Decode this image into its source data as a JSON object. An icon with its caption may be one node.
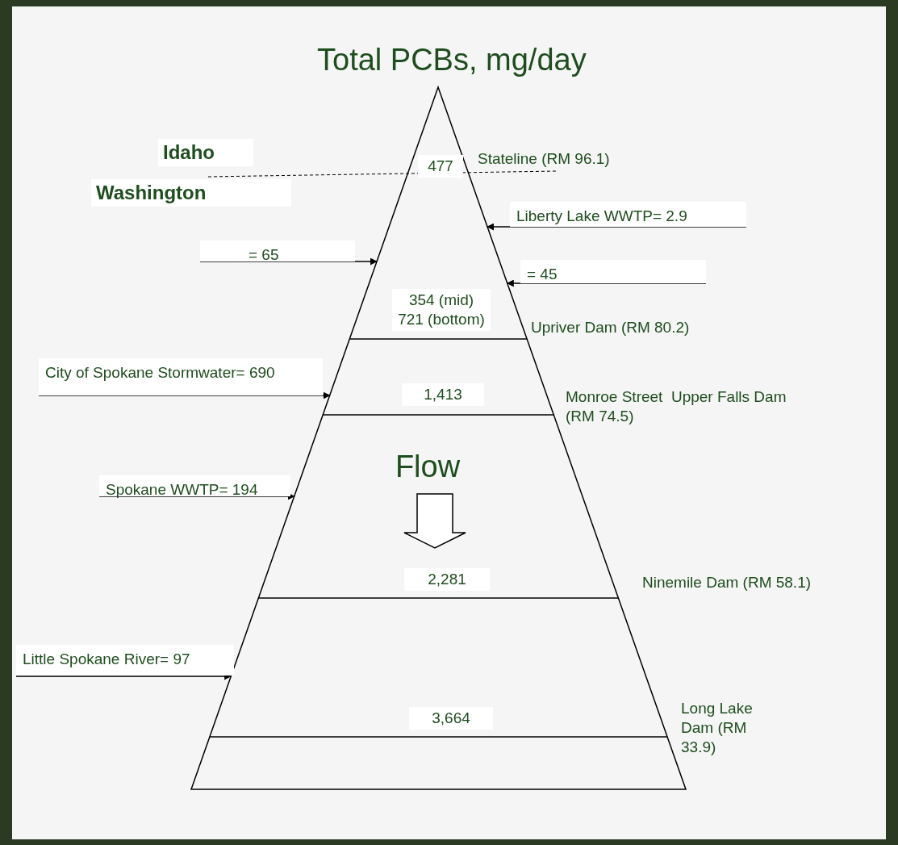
{
  "diagram": {
    "title": "Total PCBs, mg/day",
    "nodes": [
      {
        "text": [],
        "shape": "triangle"
      },
      {
        "text": [
          "Liberty Lake WWTP= 2.9"
        ]
      },
      {
        "text": [
          "= 65"
        ]
      },
      {
        "text": [
          "= 45"
        ]
      },
      {
        "text": [
          "City of Spokane Stormwater= 690"
        ]
      },
      {
        "text": [
          "Spokane WWTP= 194"
        ]
      },
      {
        "text": [
          "Little Spokane River= 97"
        ]
      }
    ],
    "edges": [
      {
        "from": 1,
        "to": 0,
        "arrow": "to"
      },
      {
        "from": 2,
        "to": 0,
        "arrow": "to"
      },
      {
        "from": 3,
        "to": 0,
        "arrow": "to"
      },
      {
        "from": 4,
        "to": 0,
        "arrow": "to"
      },
      {
        "from": 5,
        "to": 0,
        "arrow": "to"
      },
      {
        "from": 6,
        "to": 0,
        "arrow": "to"
      }
    ],
    "labels": [
      "Idaho",
      "Washington",
      "477",
      "Stateline (RM 96.1)",
      "354 (mid) 721 (bottom)",
      "Upriver Dam (RM 80.2)",
      "1,413",
      "Monroe Street  Upper Falls Dam (RM 74.5)",
      "Flow",
      "2,281",
      "Ninemile Dam (RM 58.1)",
      "3,664",
      "Long Lake Dam (RM 33.9)"
    ]
  }
}
